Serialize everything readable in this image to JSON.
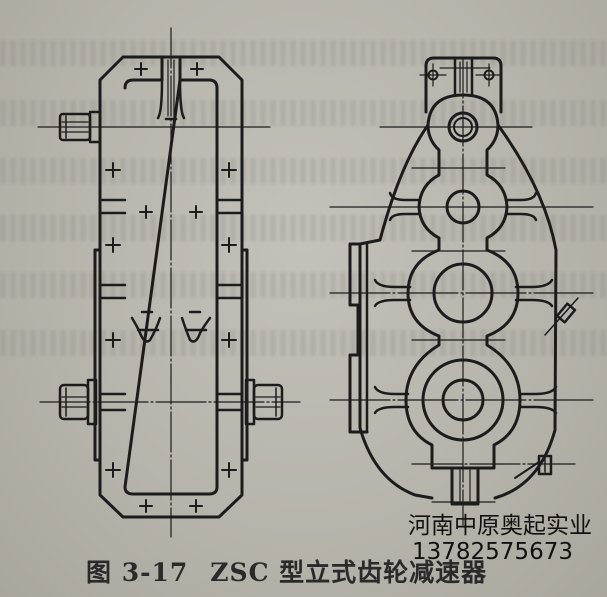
{
  "figure": {
    "caption_label": "图 3-17",
    "caption_title": "ZSC 型立式齿轮减速器",
    "views": [
      {
        "id": "front-view",
        "description": "side elevation of vertical gear reducer with input shaft at top-left and output shafts at both sides"
      },
      {
        "id": "side-view",
        "description": "end elevation showing three stacked gear bearing bores in pear-shaped housing"
      }
    ]
  },
  "watermark": {
    "company": "河南中原奥起实业",
    "phone": "13782575673"
  },
  "colors": {
    "paper": "#b9b6ae",
    "ink": "#1c1c1c",
    "watermark": "#111111"
  }
}
